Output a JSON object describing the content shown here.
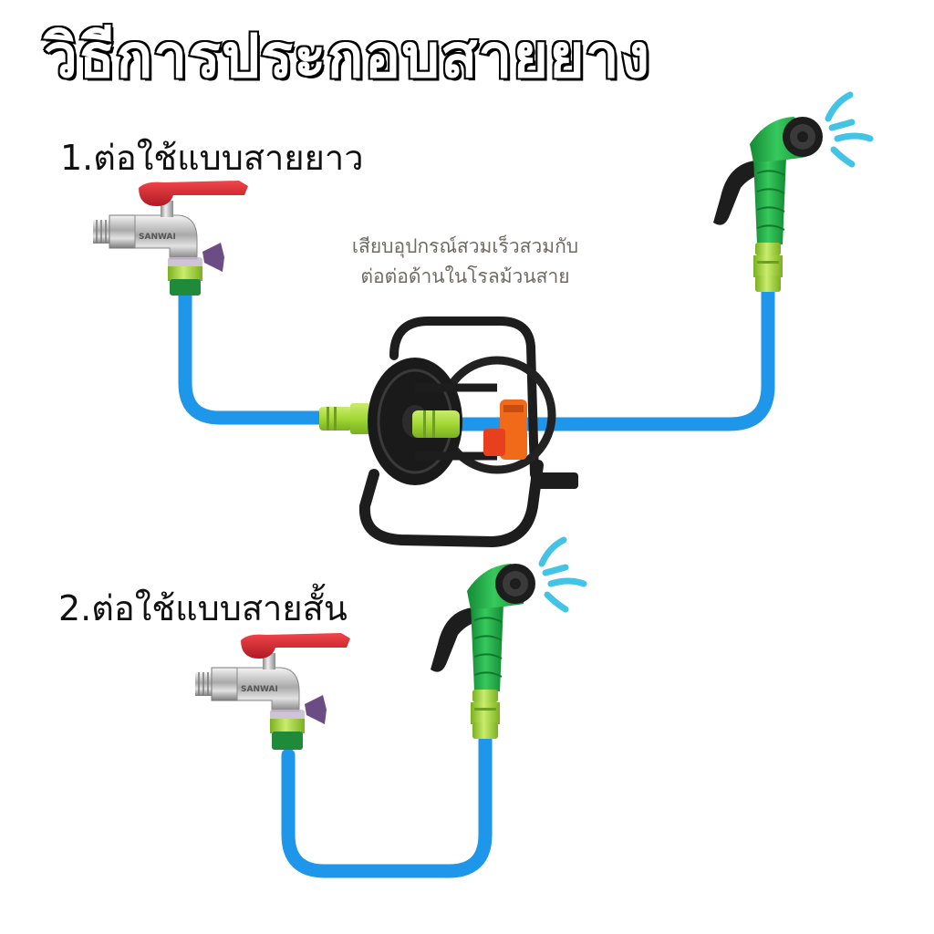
{
  "title": "วิธีการประกอบสายยาง",
  "steps": [
    {
      "label": "1.ต่อใช้แบบสายยาว"
    },
    {
      "label": "2.ต่อใช้แบบสายสั้น"
    }
  ],
  "reel_note": {
    "line1": "เสียบอุปกรณ์สวมเร็วสวมกับ",
    "line2": "ต่อต่อด้านในโรลม้วนสาย"
  },
  "faucet_brand": "SANWAI",
  "colors": {
    "hose": "#1e96ea",
    "connector": "#a7d93c",
    "sprayer": "#22b14c",
    "valve_handle": "#d8262c",
    "reel": "#1d1d1d",
    "water": "#43c3e6"
  },
  "icons": [
    "water-faucet-icon",
    "hose-reel-icon",
    "spray-gun-icon",
    "water-splash-icon"
  ]
}
